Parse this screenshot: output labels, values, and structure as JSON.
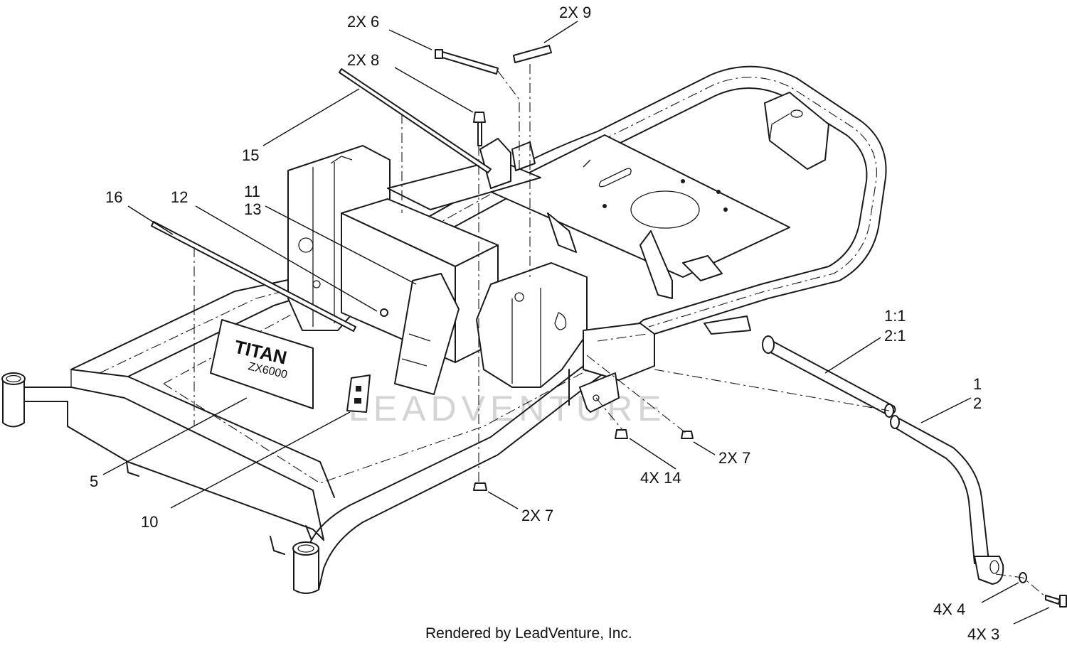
{
  "diagram": {
    "callouts": [
      {
        "id": "c-2x6",
        "label": "2X  6"
      },
      {
        "id": "c-2x9",
        "label": "2X  9"
      },
      {
        "id": "c-2x8",
        "label": "2X  8"
      },
      {
        "id": "c-15",
        "label": "15"
      },
      {
        "id": "c-16",
        "label": "16"
      },
      {
        "id": "c-12",
        "label": "12"
      },
      {
        "id": "c-11",
        "label": "11"
      },
      {
        "id": "c-13",
        "label": "13"
      },
      {
        "id": "c-1-1",
        "label": "1:1"
      },
      {
        "id": "c-2-1",
        "label": "2:1"
      },
      {
        "id": "c-1",
        "label": "1"
      },
      {
        "id": "c-2",
        "label": "2"
      },
      {
        "id": "c-2x7-right",
        "label": "2X  7"
      },
      {
        "id": "c-4x14",
        "label": "4X  14"
      },
      {
        "id": "c-2x7-bottom",
        "label": "2X  7"
      },
      {
        "id": "c-5",
        "label": "5"
      },
      {
        "id": "c-10",
        "label": "10"
      },
      {
        "id": "c-4x4",
        "label": "4X  4"
      },
      {
        "id": "c-4x3",
        "label": "4X  3"
      }
    ],
    "plate": {
      "brand": "TITAN",
      "model": "ZX6000"
    },
    "watermark": "LEADVENTURE",
    "footer": "Rendered by LeadVenture, Inc."
  },
  "colors": {
    "line": "#1a1a1a",
    "background": "#ffffff",
    "watermark": "#d4d4d4"
  }
}
